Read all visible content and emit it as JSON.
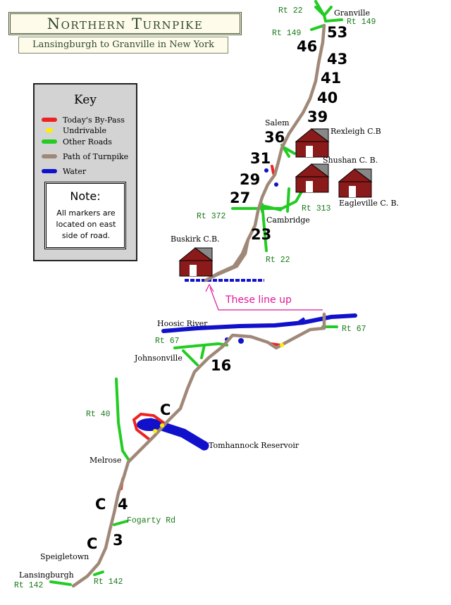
{
  "title": "Northern Turnpike",
  "subtitle": "Lansingburgh to Granville in New York",
  "key": {
    "title": "Key",
    "items": [
      {
        "label": "Today's By-Pass",
        "color": "#ee2222"
      },
      {
        "label": "Undrivable",
        "color": "#ffee00"
      },
      {
        "label": "Other Roads",
        "color": "#22cc22"
      },
      {
        "label": "Path of Turnpike",
        "color": "#a08878"
      },
      {
        "label": "Water",
        "color": "#1111cc"
      }
    ]
  },
  "note": {
    "title": "Note:",
    "lines": [
      "All markers are",
      "located on east",
      "side of road."
    ]
  },
  "places": {
    "granville": "Granville",
    "salem": "Salem",
    "rexleigh": "Rexleigh C.B",
    "shushan": "Shushan C. B.",
    "eagleville": "Eagleville C. B.",
    "cambridge": "Cambridge",
    "buskirk": "Buskirk C.B.",
    "hoosic": "Hoosic River",
    "johnsonville": "Johnsonville",
    "tomhannock": "Tomhannock Reservoir",
    "melrose": "Melrose",
    "speigletown": "Speigletown",
    "lansingburgh": "Lansingburgh",
    "fogarty": "Fogarty Rd"
  },
  "routes": {
    "rt22_top": "Rt 22",
    "rt149_left": "Rt 149",
    "rt149_right": "Rt 149",
    "rt372": "Rt 372",
    "rt313": "Rt 313",
    "rt22_cambridge": "Rt 22",
    "rt67_right": "Rt 67",
    "rt67_left": "Rt 67",
    "rt40": "Rt 40",
    "rt142_left": "Rt 142",
    "rt142_right": "Rt 142"
  },
  "markers": {
    "m53": "53",
    "m46": "46",
    "m43": "43",
    "m41": "41",
    "m40": "40",
    "m39": "39",
    "m36": "36",
    "m31": "31",
    "m29": "29",
    "m27": "27",
    "m23": "23",
    "m16": "16",
    "mc1": "C",
    "mc2": "C",
    "m4": "4",
    "mc3": "C",
    "m3": "3"
  },
  "annotation": "These line up",
  "colors": {
    "turnpike": "#a08878",
    "water": "#1111cc",
    "other_roads": "#22cc22",
    "bypass": "#ee2222",
    "undrivable": "#ffee00",
    "covered_bridge": "#8b1a1a",
    "route_label": "#1a7a1a",
    "annotation": "#e0169a"
  }
}
